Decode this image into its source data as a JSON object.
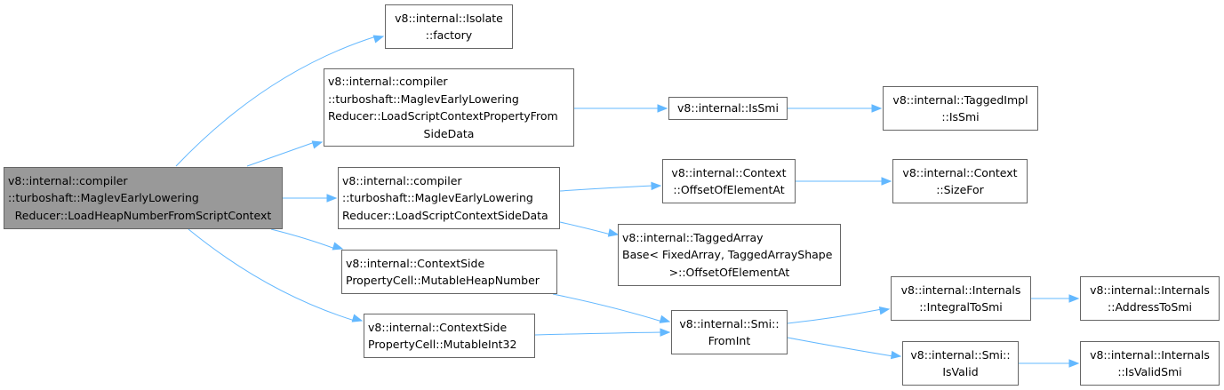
{
  "colors": {
    "edge": "#63b8ff",
    "border": "#666666",
    "root_fill": "#999999",
    "node_fill": "#ffffff"
  },
  "nodes": {
    "root": [
      "v8::internal::compiler",
      "::turboshaft::MaglevEarlyLowering",
      "Reducer::LoadHeapNumberFromScriptContext"
    ],
    "isolate_factory": [
      "v8::internal::Isolate",
      "::factory"
    ],
    "load_prop_from_side": [
      "v8::internal::compiler",
      "::turboshaft::MaglevEarlyLowering",
      "Reducer::LoadScriptContextPropertyFrom",
      "SideData"
    ],
    "load_side_data": [
      "v8::internal::compiler",
      "::turboshaft::MaglevEarlyLowering",
      "Reducer::LoadScriptContextSideData"
    ],
    "mutable_heap_number": [
      "v8::internal::ContextSide",
      "PropertyCell::MutableHeapNumber"
    ],
    "mutable_int32": [
      "v8::internal::ContextSide",
      "PropertyCell::MutableInt32"
    ],
    "is_smi": [
      "v8::internal::IsSmi"
    ],
    "tagged_impl_is_smi": [
      "v8::internal::TaggedImpl",
      "::IsSmi"
    ],
    "context_offset": [
      "v8::internal::Context",
      "::OffsetOfElementAt"
    ],
    "context_size_for": [
      "v8::internal::Context",
      "::SizeFor"
    ],
    "tagged_array_offset": [
      "v8::internal::TaggedArray",
      "Base< FixedArray, TaggedArrayShape",
      ">::OffsetOfElementAt"
    ],
    "smi_from_int": [
      "v8::internal::Smi::",
      "FromInt"
    ],
    "integral_to_smi": [
      "v8::internal::Internals",
      "::IntegralToSmi"
    ],
    "address_to_smi": [
      "v8::internal::Internals",
      "::AddressToSmi"
    ],
    "smi_is_valid": [
      "v8::internal::Smi::",
      "IsValid"
    ],
    "is_valid_smi": [
      "v8::internal::Internals",
      "::IsValidSmi"
    ]
  },
  "edges": [
    [
      "root",
      "isolate_factory"
    ],
    [
      "root",
      "load_prop_from_side"
    ],
    [
      "root",
      "load_side_data"
    ],
    [
      "root",
      "mutable_heap_number"
    ],
    [
      "root",
      "mutable_int32"
    ],
    [
      "load_prop_from_side",
      "is_smi"
    ],
    [
      "is_smi",
      "tagged_impl_is_smi"
    ],
    [
      "load_side_data",
      "context_offset"
    ],
    [
      "load_side_data",
      "tagged_array_offset"
    ],
    [
      "context_offset",
      "context_size_for"
    ],
    [
      "mutable_heap_number",
      "smi_from_int"
    ],
    [
      "mutable_int32",
      "smi_from_int"
    ],
    [
      "smi_from_int",
      "integral_to_smi"
    ],
    [
      "smi_from_int",
      "smi_is_valid"
    ],
    [
      "integral_to_smi",
      "address_to_smi"
    ],
    [
      "smi_is_valid",
      "is_valid_smi"
    ]
  ]
}
